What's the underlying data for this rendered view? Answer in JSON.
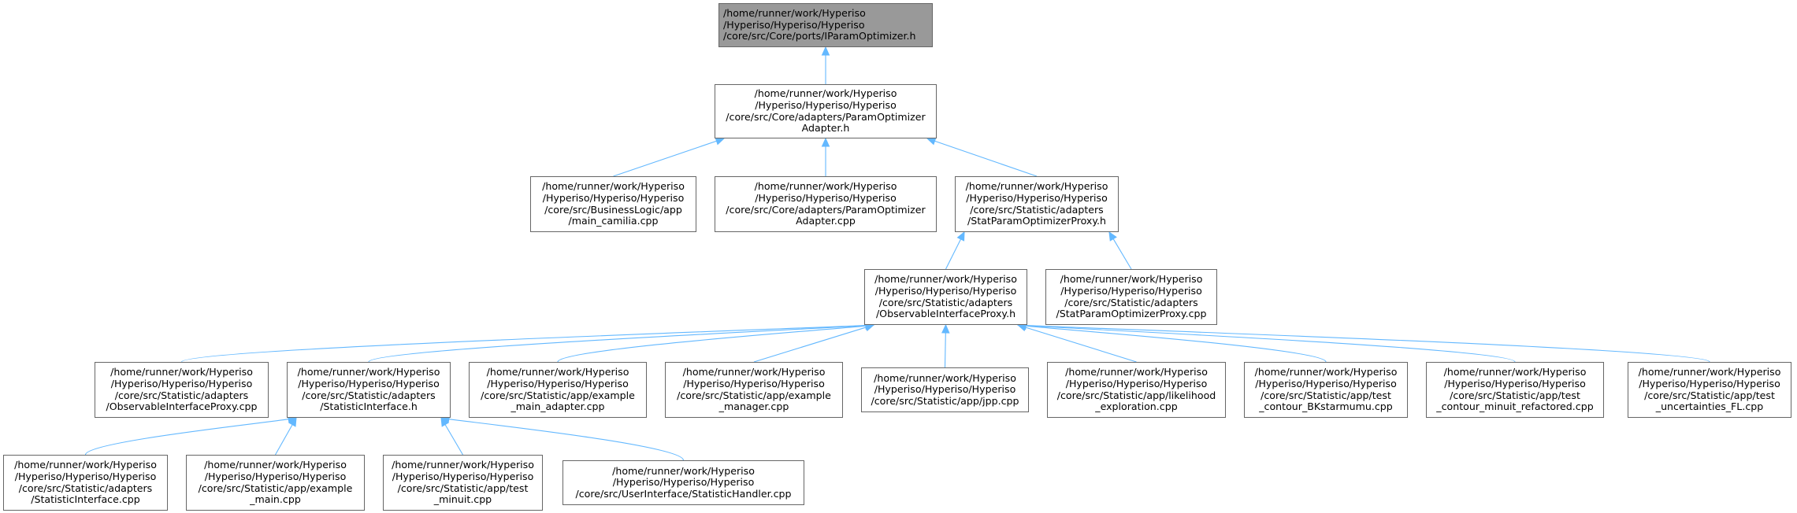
{
  "colors": {
    "edge": "#63b8ff",
    "border": "#666666",
    "root_fill": "#999999",
    "node_fill": "#ffffff"
  },
  "nodes": [
    {
      "id": "iparam",
      "lines": [
        "/home/runner/work/Hyperiso",
        "/Hyperiso/Hyperiso/Hyperiso",
        "/core/src/Core/ports/IParamOptimizer.h"
      ]
    },
    {
      "id": "pam_h",
      "lines": [
        "/home/runner/work/Hyperiso",
        "/Hyperiso/Hyperiso/Hyperiso",
        "/core/src/Core/adapters/ParamOptimizer",
        "Adapter.h"
      ]
    },
    {
      "id": "main_camilia",
      "lines": [
        "/home/runner/work/Hyperiso",
        "/Hyperiso/Hyperiso/Hyperiso",
        "/core/src/BusinessLogic/app",
        "/main_camilia.cpp"
      ]
    },
    {
      "id": "pam_cpp",
      "lines": [
        "/home/runner/work/Hyperiso",
        "/Hyperiso/Hyperiso/Hyperiso",
        "/core/src/Core/adapters/ParamOptimizer",
        "Adapter.cpp"
      ]
    },
    {
      "id": "statproxy_h",
      "lines": [
        "/home/runner/work/Hyperiso",
        "/Hyperiso/Hyperiso/Hyperiso",
        "/core/src/Statistic/adapters",
        "/StatParamOptimizerProxy.h"
      ]
    },
    {
      "id": "obsproxy_h",
      "lines": [
        "/home/runner/work/Hyperiso",
        "/Hyperiso/Hyperiso/Hyperiso",
        "/core/src/Statistic/adapters",
        "/ObservableInterfaceProxy.h"
      ]
    },
    {
      "id": "statproxy_cpp",
      "lines": [
        "/home/runner/work/Hyperiso",
        "/Hyperiso/Hyperiso/Hyperiso",
        "/core/src/Statistic/adapters",
        "/StatParamOptimizerProxy.cpp"
      ]
    },
    {
      "id": "obsproxy_cpp",
      "lines": [
        "/home/runner/work/Hyperiso",
        "/Hyperiso/Hyperiso/Hyperiso",
        "/core/src/Statistic/adapters",
        "/ObservableInterfaceProxy.cpp"
      ]
    },
    {
      "id": "statif_h",
      "lines": [
        "/home/runner/work/Hyperiso",
        "/Hyperiso/Hyperiso/Hyperiso",
        "/core/src/Statistic/adapters",
        "/StatisticInterface.h"
      ]
    },
    {
      "id": "ex_main_adapter",
      "lines": [
        "/home/runner/work/Hyperiso",
        "/Hyperiso/Hyperiso/Hyperiso",
        "/core/src/Statistic/app/example",
        "_main_adapter.cpp"
      ]
    },
    {
      "id": "ex_manager",
      "lines": [
        "/home/runner/work/Hyperiso",
        "/Hyperiso/Hyperiso/Hyperiso",
        "/core/src/Statistic/app/example",
        "_manager.cpp"
      ]
    },
    {
      "id": "jpp",
      "lines": [
        "/home/runner/work/Hyperiso",
        "/Hyperiso/Hyperiso/Hyperiso",
        "/core/src/Statistic/app/jpp.cpp"
      ]
    },
    {
      "id": "likelihood",
      "lines": [
        "/home/runner/work/Hyperiso",
        "/Hyperiso/Hyperiso/Hyperiso",
        "/core/src/Statistic/app/likelihood",
        "_exploration.cpp"
      ]
    },
    {
      "id": "contour_bk",
      "lines": [
        "/home/runner/work/Hyperiso",
        "/Hyperiso/Hyperiso/Hyperiso",
        "/core/src/Statistic/app/test",
        "_contour_BKstarmumu.cpp"
      ]
    },
    {
      "id": "contour_minuit",
      "lines": [
        "/home/runner/work/Hyperiso",
        "/Hyperiso/Hyperiso/Hyperiso",
        "/core/src/Statistic/app/test",
        "_contour_minuit_refactored.cpp"
      ]
    },
    {
      "id": "uncert",
      "lines": [
        "/home/runner/work/Hyperiso",
        "/Hyperiso/Hyperiso/Hyperiso",
        "/core/src/Statistic/app/test",
        "_uncertainties_FL.cpp"
      ]
    },
    {
      "id": "statif_cpp",
      "lines": [
        "/home/runner/work/Hyperiso",
        "/Hyperiso/Hyperiso/Hyperiso",
        "/core/src/Statistic/adapters",
        "/StatisticInterface.cpp"
      ]
    },
    {
      "id": "ex_main",
      "lines": [
        "/home/runner/work/Hyperiso",
        "/Hyperiso/Hyperiso/Hyperiso",
        "/core/src/Statistic/app/example",
        "_main.cpp"
      ]
    },
    {
      "id": "test_minuit",
      "lines": [
        "/home/runner/work/Hyperiso",
        "/Hyperiso/Hyperiso/Hyperiso",
        "/core/src/Statistic/app/test",
        "_minuit.cpp"
      ]
    },
    {
      "id": "stat_handler",
      "lines": [
        "/home/runner/work/Hyperiso",
        "/Hyperiso/Hyperiso/Hyperiso",
        "/core/src/UserInterface/StatisticHandler.cpp"
      ]
    }
  ],
  "edges": [
    [
      "pam_h",
      "iparam"
    ],
    [
      "main_camilia",
      "pam_h"
    ],
    [
      "pam_cpp",
      "pam_h"
    ],
    [
      "statproxy_h",
      "pam_h"
    ],
    [
      "obsproxy_h",
      "statproxy_h"
    ],
    [
      "statproxy_cpp",
      "statproxy_h"
    ],
    [
      "obsproxy_cpp",
      "obsproxy_h"
    ],
    [
      "statif_h",
      "obsproxy_h"
    ],
    [
      "ex_main_adapter",
      "obsproxy_h"
    ],
    [
      "ex_manager",
      "obsproxy_h"
    ],
    [
      "jpp",
      "obsproxy_h"
    ],
    [
      "likelihood",
      "obsproxy_h"
    ],
    [
      "contour_bk",
      "obsproxy_h"
    ],
    [
      "contour_minuit",
      "obsproxy_h"
    ],
    [
      "uncert",
      "obsproxy_h"
    ],
    [
      "statif_cpp",
      "statif_h"
    ],
    [
      "ex_main",
      "statif_h"
    ],
    [
      "test_minuit",
      "statif_h"
    ],
    [
      "stat_handler",
      "statif_h"
    ]
  ]
}
